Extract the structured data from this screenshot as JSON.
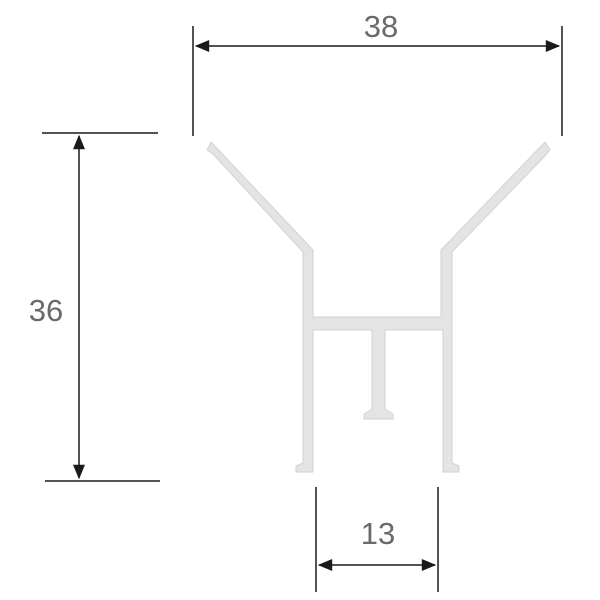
{
  "dimensions": {
    "width": "38",
    "height": "36",
    "base": "13"
  },
  "colors": {
    "line": "#1a1a1a",
    "profile_fill": "#e4e4e4",
    "profile_stroke": "#d2d2d2",
    "text": "#6a6a6a"
  }
}
